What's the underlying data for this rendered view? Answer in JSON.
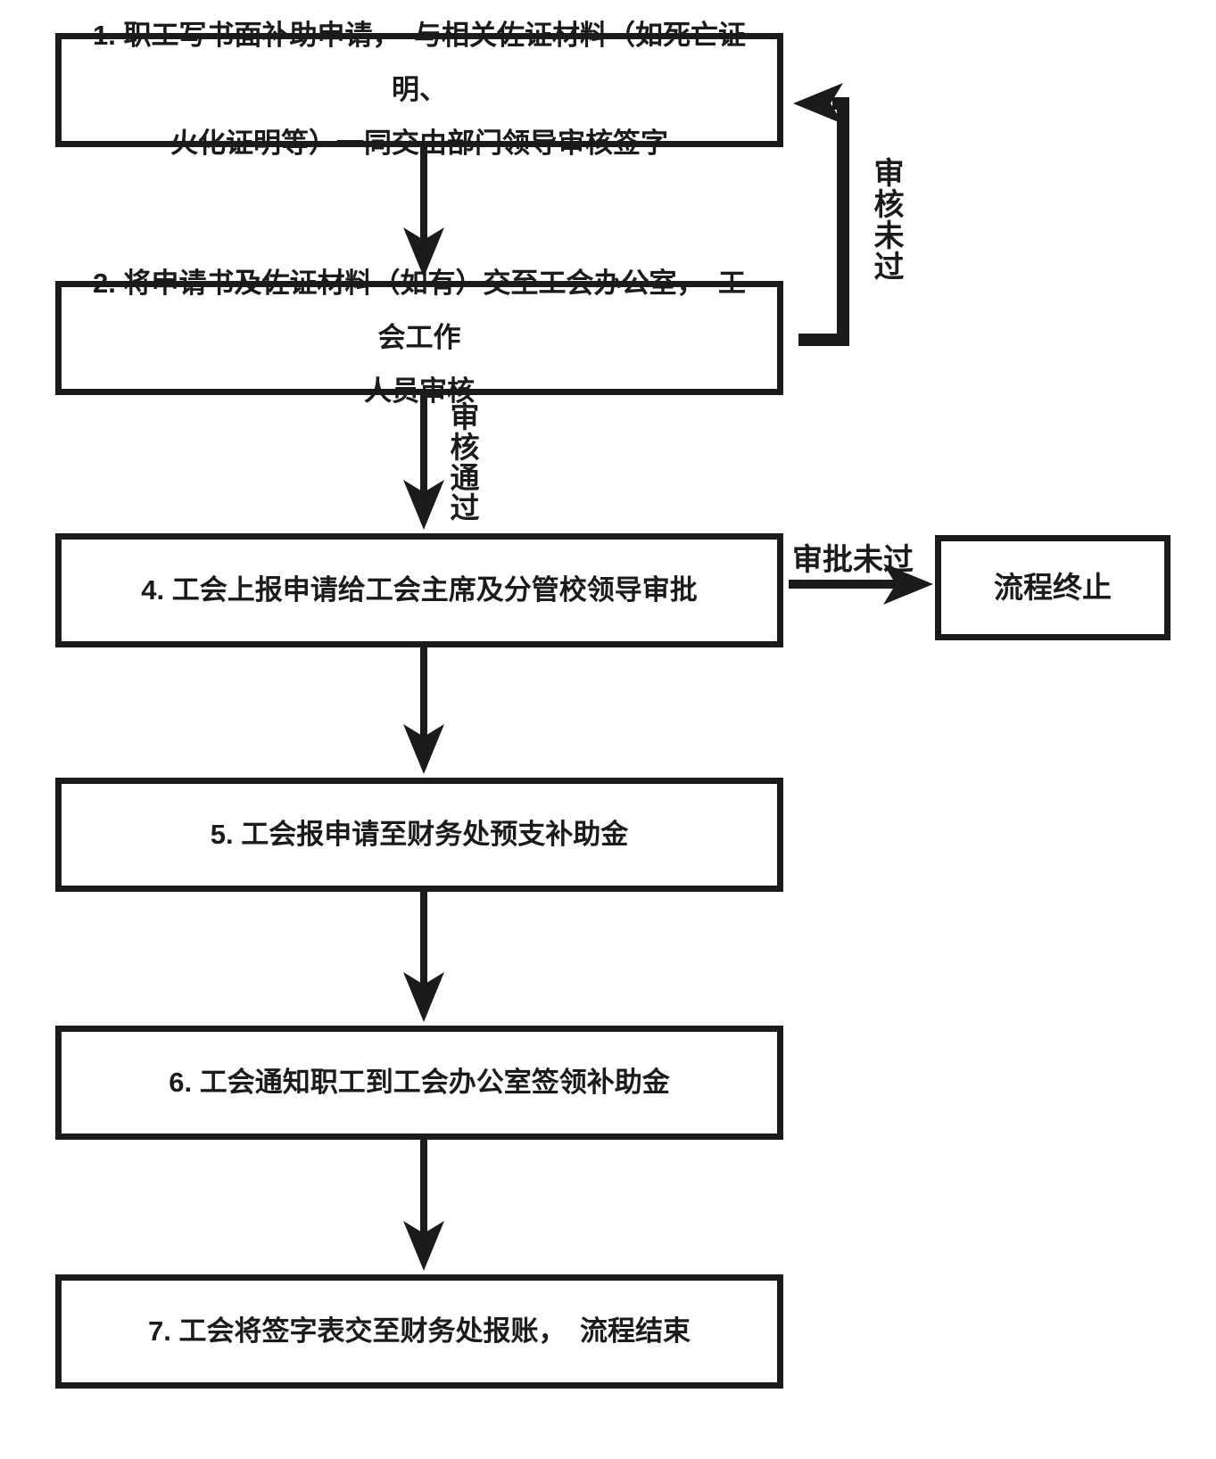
{
  "flowchart": {
    "steps": [
      {
        "label": "1. 职工写书面补助申请，　与相关佐证材料（如死亡证明、\n火化证明等）一同交由部门领导审核签字"
      },
      {
        "label": "2. 将申请书及佐证材料（如有）交至工会办公室，　工会工作\n人员审核"
      },
      {
        "label": "4. 工会上报申请给工会主席及分管校领导审批"
      },
      {
        "label": "5. 工会报申请至财务处预支补助金"
      },
      {
        "label": "6. 工会通知职工到工会办公室签领补助金"
      },
      {
        "label": "7. 工会将签字表交至财务处报账，　流程结束"
      }
    ],
    "terminate": {
      "label": "流程终止"
    },
    "edge_labels": {
      "review_fail": "审核未过",
      "review_pass": "审核通过",
      "approval_fail": "审批未过"
    },
    "colors": {
      "ink": "#1b1b1b",
      "background": "#ffffff"
    }
  }
}
